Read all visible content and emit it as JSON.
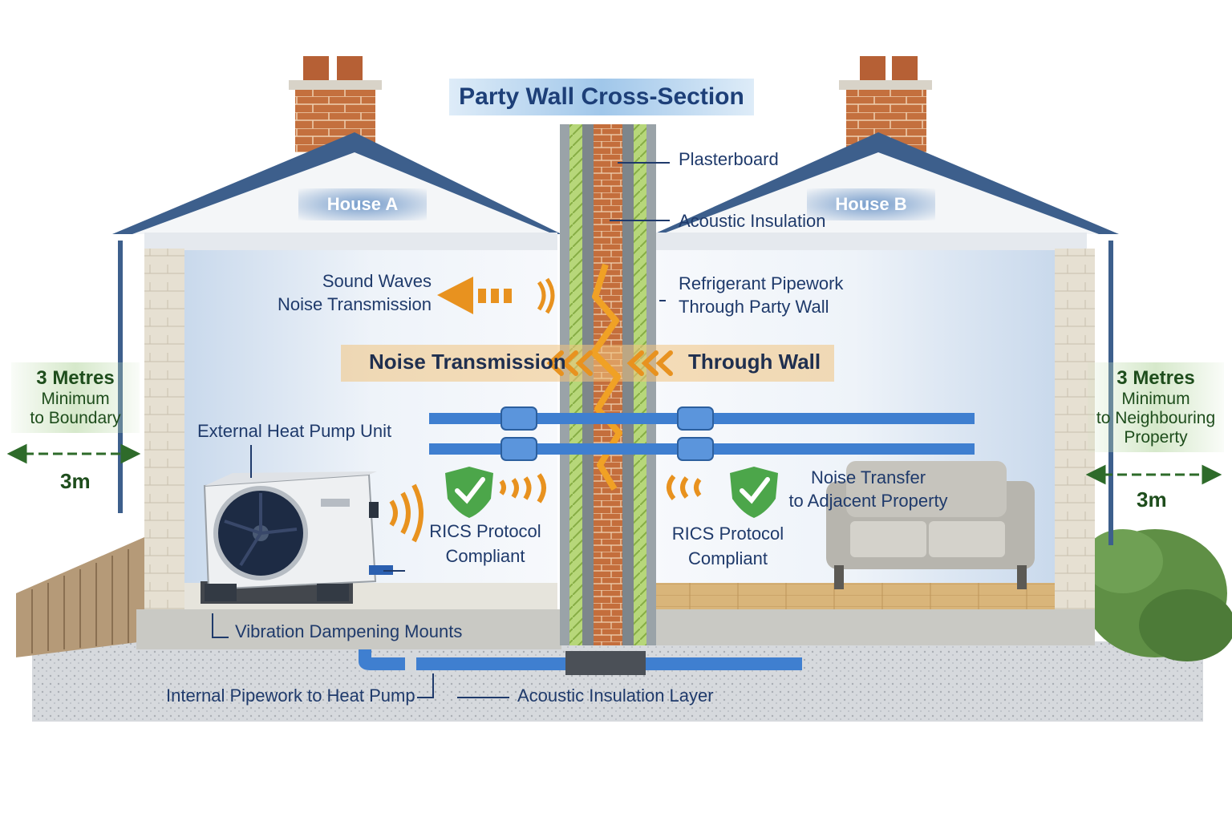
{
  "title": "Party Wall Cross-Section",
  "houses": {
    "a": "House A",
    "b": "House B"
  },
  "wall_labels": {
    "plasterboard": "Plasterboard",
    "acoustic_insulation": "Acoustic Insulation",
    "refrigerant_line1": "Refrigerant Pipework",
    "refrigerant_line2": "Through Party Wall"
  },
  "sound": {
    "line1": "Sound Waves",
    "line2": "Noise Transmission"
  },
  "noise_band": {
    "left": "Noise Transmission",
    "right": "Through Wall"
  },
  "left_boundary": {
    "line1": "3 Metres",
    "line2": "Minimum",
    "line3": "to Boundary",
    "distance": "3m"
  },
  "right_boundary": {
    "line1": "3 Metres",
    "line2": "Minimum",
    "line3": "to Neighbouring",
    "line4": "Property",
    "distance": "3m"
  },
  "heat_pump_label": "External Heat Pump Unit",
  "rics_left": {
    "line1": "RICS Protocol",
    "line2": "Compliant"
  },
  "rics_right": {
    "line1": "RICS Protocol",
    "line2": "Compliant"
  },
  "noise_transfer": {
    "line1": "Noise Transfer",
    "line2": "to Adjacent Property"
  },
  "vibration": "Vibration Dampening Mounts",
  "internal_pipework": "Internal Pipework to Heat Pump",
  "acoustic_layer": "Acoustic Insulation Layer",
  "colors": {
    "brick": "#c4703e",
    "navy": "#1f3a6b",
    "pipe": "#3f7fd0",
    "wave": "#e89b25",
    "green": "#2e6b2a",
    "roof": "#3d5f8c"
  }
}
